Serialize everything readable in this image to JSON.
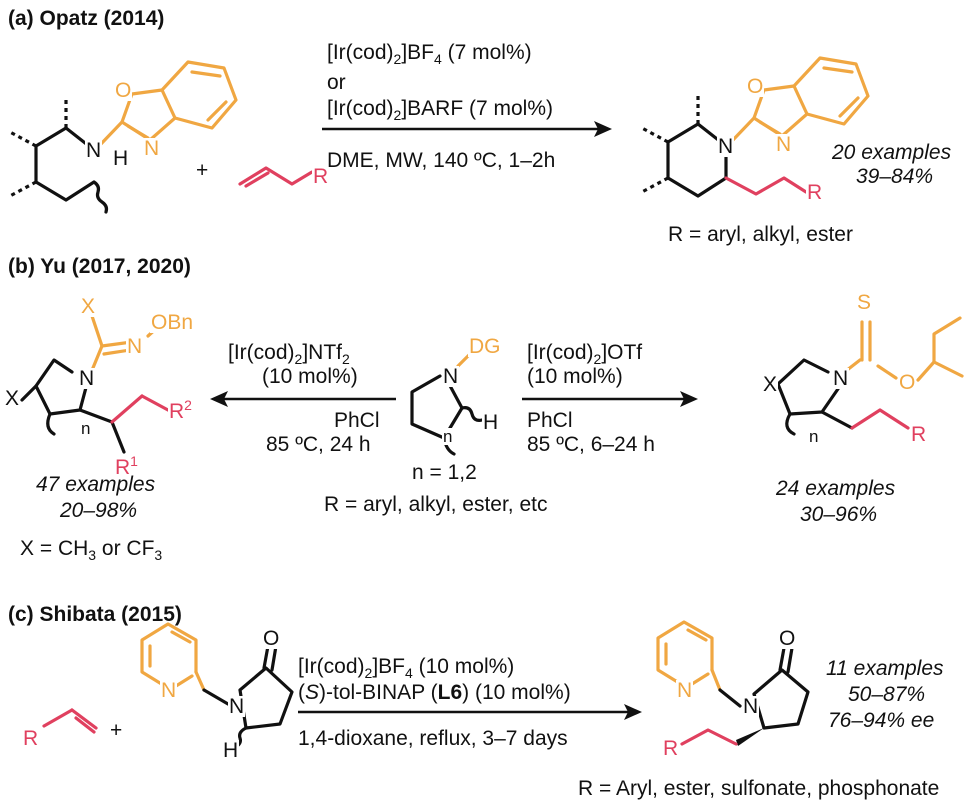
{
  "sections": {
    "a": {
      "heading": "(a) Opatz (2014)",
      "plus": "+",
      "r1": "[Ir(cod)",
      "r1_sub": "2",
      "r1_tail": "]BF",
      "r1_sub2": "4",
      "r1_end": " (7 mol%)",
      "or": "or",
      "r2": "[Ir(cod)",
      "r2_sub": "2",
      "r2_tail": "]BARF (7 mol%)",
      "cond": "DME, MW, 140 ºC, 1–2h",
      "examples": "20 examples",
      "yield": "39–84%",
      "r_scope": "R = aryl, alkyl, ester"
    },
    "b": {
      "heading": "(b) Yu (2017, 2020)",
      "left_r1": "[Ir(cod)",
      "left_r1_sub": "2",
      "left_r1_tail": "]NTf",
      "left_r1_sub2": "2",
      "left_r2": "(10 mol%)",
      "left_c1": "PhCl",
      "left_c2": "85 ºC, 24 h",
      "right_r1": "[Ir(cod)",
      "right_r1_sub": "2",
      "right_r1_tail": "]OTf",
      "right_r2": "(10 mol%)",
      "right_c1": "PhCl",
      "right_c2": "85 ºC, 6–24 h",
      "n_def": "n = 1,2",
      "r_scope": "R = aryl, alkyl, ester, etc",
      "left_examples": "47 examples",
      "left_yield": "20–98%",
      "x_def_a": "X = CH",
      "x_def_sub": "3",
      "x_def_b": " or CF",
      "x_def_sub2": "3",
      "right_examples": "24 examples",
      "right_yield": "30–96%"
    },
    "c": {
      "heading": "(c) Shibata (2015)",
      "plus": "+",
      "r1": "[Ir(cod)",
      "r1_sub": "2",
      "r1_tail": "]BF",
      "r1_sub2": "4",
      "r1_end": " (10 mol%)",
      "r2_paren_l": "(",
      "r2_s": "S",
      "r2_mid": ")-tol-BINAP (",
      "r2_l6": "L6",
      "r2_end": ") (10 mol%)",
      "cond": "1,4-dioxane, reflux, 3–7 days",
      "examples": "11 examples",
      "yield": "50–87%",
      "ee": "76–94% ee",
      "r_scope": "R = Aryl, ester, sulfonate, phosphonate"
    }
  },
  "atoms": {
    "N": "N",
    "O": "O",
    "H": "H",
    "R": "R",
    "X": "X",
    "S": "S",
    "DG": "DG",
    "OBn": "OBn",
    "R1": "R",
    "R1_sup": "1",
    "R2": "R",
    "R2_sup": "2",
    "n": "n"
  },
  "colors": {
    "orange": "#F0A742",
    "pink": "#E0405F"
  }
}
